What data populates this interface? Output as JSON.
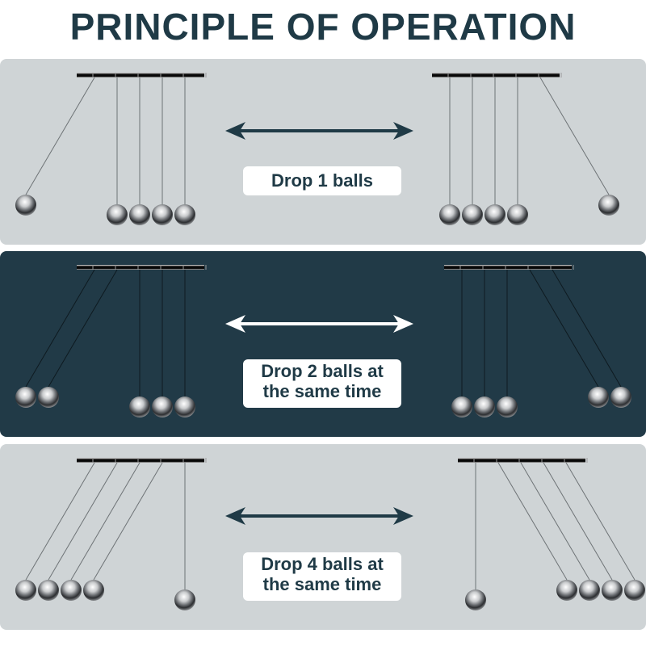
{
  "title": "PRINCIPLE OF OPERATION",
  "colors": {
    "title": "#1f3a46",
    "panel_light": "#cfd4d6",
    "panel_dark": "#213a47",
    "arrow_on_light": "#1f3a46",
    "arrow_on_dark": "#ffffff",
    "label_bg": "#ffffff",
    "label_text": "#1f3a46"
  },
  "panels": [
    {
      "theme": "light",
      "label": "Drop 1 balls",
      "balls_dropped": 1,
      "before": {
        "raised_side": "left",
        "raised_count": 1
      },
      "after": {
        "raised_side": "right",
        "raised_count": 1
      }
    },
    {
      "theme": "dark",
      "label_line1": "Drop 2 balls at",
      "label_line2": "the same time",
      "balls_dropped": 2,
      "before": {
        "raised_side": "left",
        "raised_count": 2
      },
      "after": {
        "raised_side": "right",
        "raised_count": 2
      }
    },
    {
      "theme": "light",
      "label_line1": "Drop 4 balls at",
      "label_line2": "the same time",
      "balls_dropped": 4,
      "before": {
        "raised_side": "left",
        "raised_count": 4
      },
      "after": {
        "raised_side": "right",
        "raised_count": 4
      }
    }
  ]
}
